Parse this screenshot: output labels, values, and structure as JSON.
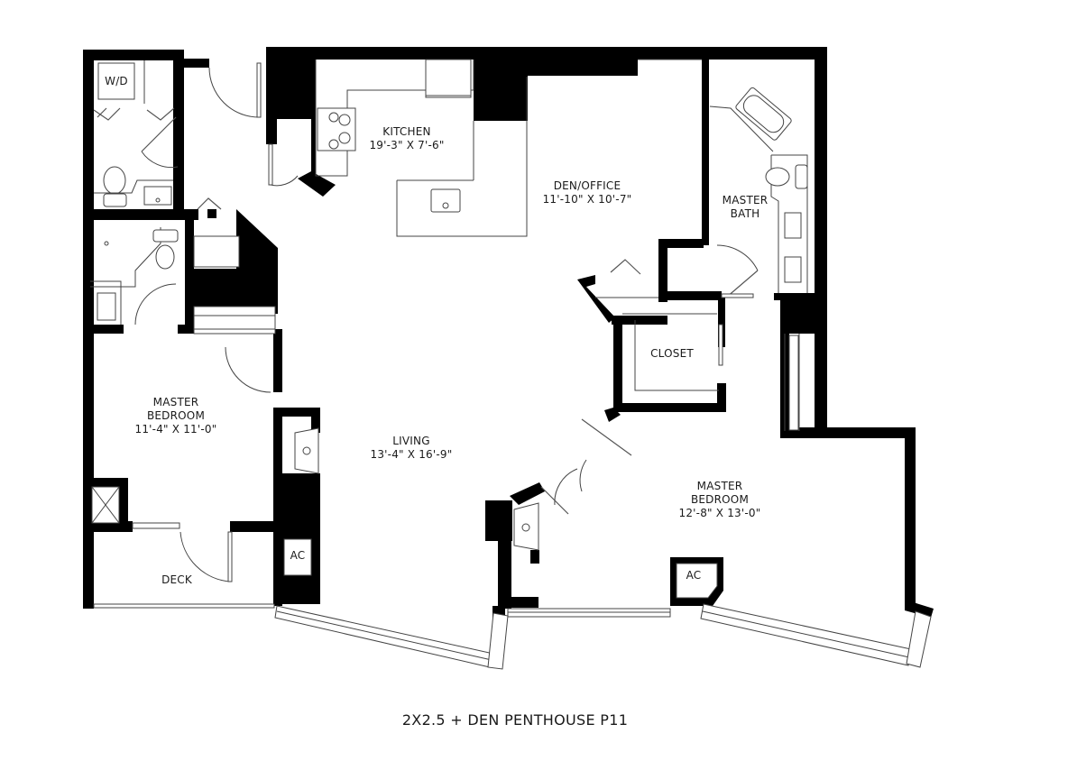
{
  "plan": {
    "title": "2X2.5 + DEN PENTHOUSE P11",
    "wall_color": "#000000",
    "line_color": "#444444",
    "background": "#ffffff"
  },
  "rooms": {
    "kitchen": {
      "name": "KITCHEN",
      "dimensions": "19'-3\" X 7'-6\""
    },
    "den_office": {
      "name": "DEN/OFFICE",
      "dimensions": "11'-10\" X 10'-7\""
    },
    "master_bath": {
      "name_line1": "MASTER",
      "name_line2": "BATH"
    },
    "master_bedroom_left": {
      "name_line1": "MASTER",
      "name_line2": "BEDROOM",
      "dimensions": "11'-4\" X 11'-0\""
    },
    "living": {
      "name": "LIVING",
      "dimensions": "13'-4\" X 16'-9\""
    },
    "closet": {
      "name": "CLOSET"
    },
    "master_bedroom_right": {
      "name_line1": "MASTER",
      "name_line2": "BEDROOM",
      "dimensions": "12'-8\" X 13'-0\""
    },
    "deck": {
      "name": "DECK"
    }
  },
  "fixtures": {
    "washer_dryer": "W/D",
    "ac_living": "AC",
    "ac_bedroom": "AC"
  }
}
